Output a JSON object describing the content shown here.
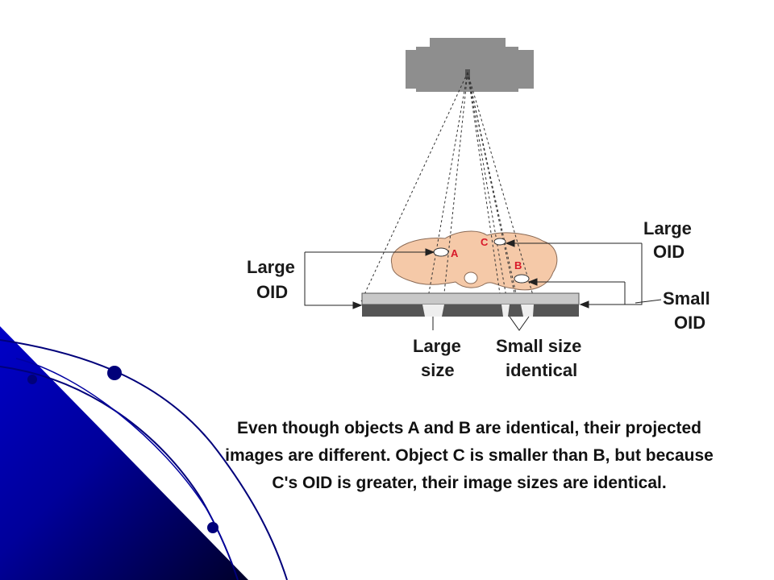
{
  "diagram": {
    "labels": {
      "large_oid_left_1": "Large",
      "large_oid_left_2": "OID",
      "large_oid_right_1": "Large",
      "large_oid_right_2": "OID",
      "small_oid_1": "Small",
      "small_oid_2": "OID",
      "large_size_1": "Large",
      "large_size_2": "size",
      "small_size_1": "Small size",
      "small_size_2": "identical",
      "object_a": "A",
      "object_b": "B",
      "object_c": "C"
    },
    "caption": {
      "line1": "Even though objects A and B are identical, their projected",
      "line2": "images are different.  Object C is smaller than B, but because",
      "line3": "C's OID is greater, their image sizes are identical."
    }
  },
  "colors": {
    "tube": "#8e8e8e",
    "patient": "#f5c9a8",
    "receptor_light": "#c8c8c8",
    "receptor_dark": "#555555",
    "object_label": "#d8192a",
    "accent_blue": "#0000a0"
  }
}
